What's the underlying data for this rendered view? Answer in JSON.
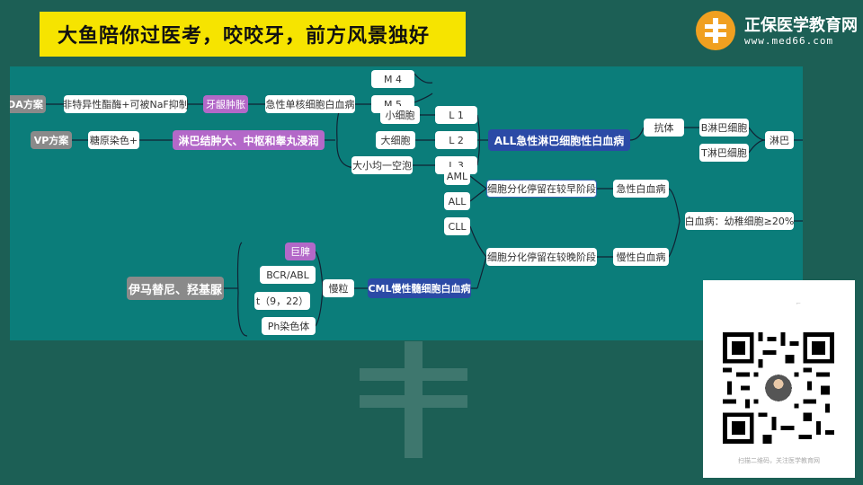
{
  "banner": {
    "text": "大鱼陪你过医考，咬咬牙，前方风景独好"
  },
  "logo": {
    "title": "正保医学教育网",
    "url": "www.med66.com"
  },
  "mindmap": {
    "da_scheme": "DA方案",
    "nonspecific_esterase": "非特异性酯酶+可被NaF抑制",
    "gum_swelling": "牙龈肿胀",
    "acute_mono": "急性单核细胞白血病",
    "m4": "M 4",
    "m5": "M 5",
    "vp_scheme": "VP方案",
    "glycogen": "糖原染色+",
    "lymph_infiltration": "淋巴结肿大、中枢和睾丸浸润",
    "small_cell": "小细胞",
    "large_cell": "大细胞",
    "mixed_cell": "大小均一空泡",
    "l1": "L 1",
    "l2": "L 2",
    "l3": "L 3",
    "all_leukemia": "ALL急性淋巴细胞性白血病",
    "antibody": "抗体",
    "b_lymph": "B淋巴细胞",
    "t_lymph": "T淋巴细胞",
    "lymph": "淋巴",
    "aml": "AML",
    "all": "ALL",
    "cll": "CLL",
    "early_stop": "细胞分化停留在较早阶段",
    "late_stop": "细胞分化停留在较晚阶段",
    "acute_leukemia": "急性白血病",
    "chronic_leukemia": "慢性白血病",
    "leukemia_def": "白血病：幼稚细胞≥20%",
    "imatinib": "伊马替尼、羟基脲",
    "spleen": "巨脾",
    "bcr_abl": "BCR/ABL",
    "t922": "t（9，22）",
    "ph": "Ph染色体",
    "granulocyte": "慢粒",
    "cml": "CML慢性髓细胞白血病"
  },
  "qr": {
    "caption": "扫描二维码，关注医学教育网"
  },
  "colors": {
    "banner": "#f6e400",
    "map_bg": "#0b7d7a",
    "page_bg": "#1c5f55",
    "navy": "#2b4aa6",
    "purple": "#b368c8"
  }
}
